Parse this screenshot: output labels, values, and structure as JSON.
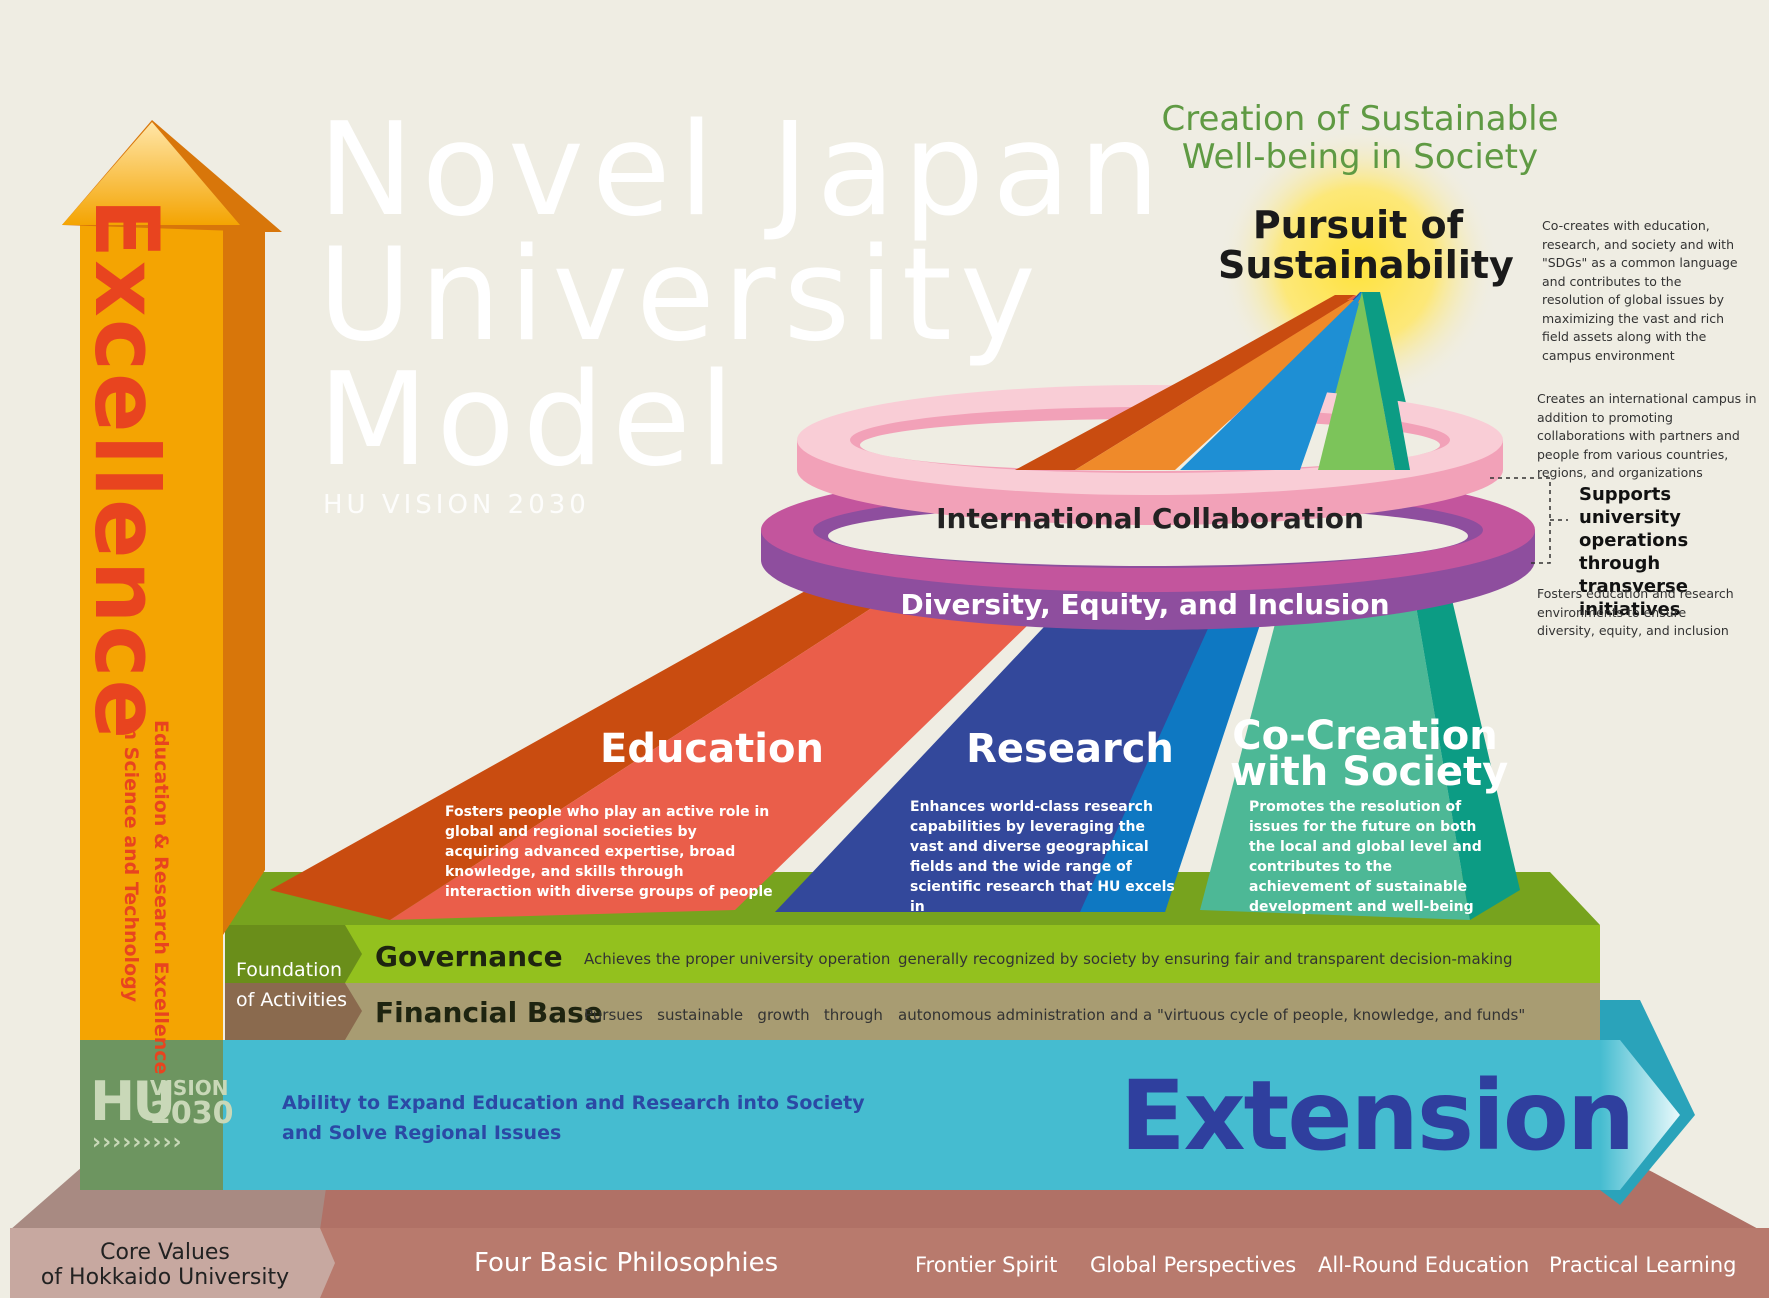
{
  "title": {
    "line1": "Novel Japan",
    "line2": "University",
    "line3": "Model",
    "subtitle": "HU VISION 2030"
  },
  "goal": {
    "heading": "Creation of Sustainable Well-being in Society",
    "pursuit": "Pursuit of Sustainability"
  },
  "notes": {
    "sustainability": "Co-creates with education, research, and society and with \"SDGs\" as a common language and contributes to the resolution of global issues by maximizing the vast and rich field assets along with the campus environment",
    "international": "Creates an international campus in addition to promoting collaborations with partners and people from various countries, regions, and organizations",
    "supports": "Supports university operations through transverse initiatives",
    "diversity": "Fosters education and research environments to ensure diversity, equity, and inclusion"
  },
  "rings": {
    "international": "International Collaboration",
    "diversity": "Diversity, Equity, and Inclusion"
  },
  "pillars": {
    "education": {
      "label": "Education",
      "desc": "Fosters people who play an active role in global and regional societies by acquiring advanced expertise, broad knowledge, and skills through interaction with diverse groups of people"
    },
    "research": {
      "label": "Research",
      "desc": "Enhances world-class research capabilities by leveraging the vast and diverse geographical fields and the wide range of scientific research that HU excels in"
    },
    "cocreation": {
      "label_line1": "Co-Creation",
      "label_line2": "with Society",
      "desc": "Promotes the resolution of issues for the future on both the local and global level and contributes to the achievement of sustainable development and well-being"
    }
  },
  "foundation": {
    "label_line1": "Foundation",
    "label_line2": "of Activities",
    "governance": {
      "label": "Governance",
      "desc_a": "Achieves the proper university operation",
      "desc_b": "generally recognized by society by ensuring fair and transparent decision-making"
    },
    "financial": {
      "label": "Financial Base",
      "desc_a": "Pursues   sustainable   growth   through",
      "desc_b": "autonomous administration and a \"virtuous cycle of people, knowledge, and funds\""
    }
  },
  "excellence": {
    "label": "Excellence",
    "sub_line1": "Education & Research Excellence",
    "sub_line2": "in Science and Technology"
  },
  "extension": {
    "label": "Extension",
    "desc": "Ability to Expand Education and Research into Society and Solve Regional Issues"
  },
  "logo": {
    "hu": "HU",
    "vision": "VISION",
    "year": "2030",
    "chevrons": "›››››››››"
  },
  "base": {
    "core_line1": "Core Values",
    "core_line2": "of Hokkaido University",
    "four": "Four Basic Philosophies",
    "philosophies": [
      "Frontier Spirit",
      "Global Perspectives",
      "All-Round Education",
      "Practical Learning"
    ]
  },
  "colors": {
    "background": "#efede3",
    "excellence_orange": "#f4a402",
    "excellence_text": "#e8441f",
    "extension_blue": "#45bcd0",
    "extension_text": "#2f3f9e",
    "governance_green": "#93c11e",
    "financial_tan": "#a89c72",
    "education_red": "#ea5e4a",
    "research_blue": "#33489b",
    "cocreation_teal": "#4db896",
    "ring_pink": "#f2a1b8",
    "ring_purple": "#8e4e9e",
    "base_rose": "#b87a6d",
    "logo_green": "#6d9560"
  }
}
